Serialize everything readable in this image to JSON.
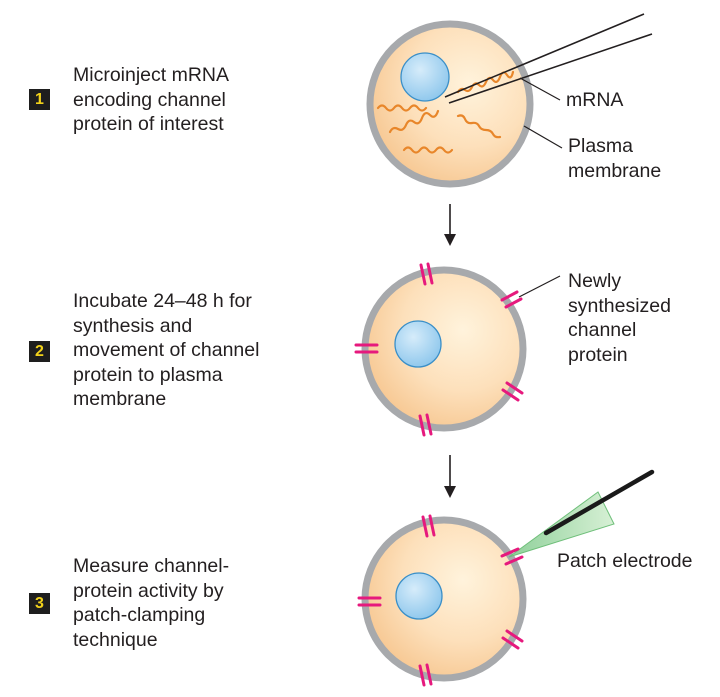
{
  "steps": [
    {
      "number": "1",
      "lines": [
        "Microinject mRNA",
        "encoding channel",
        "protein of interest"
      ]
    },
    {
      "number": "2",
      "lines": [
        "Incubate 24–48 h for",
        "synthesis and",
        "movement of channel",
        "protein to plasma",
        "membrane"
      ]
    },
    {
      "number": "3",
      "lines": [
        "Measure channel-",
        "protein activity by",
        "patch-clamping",
        "technique"
      ]
    }
  ],
  "labels": {
    "mrna": "mRNA",
    "plasma_membrane": [
      "Plasma",
      "membrane"
    ],
    "new_channel": [
      "Newly",
      "synthesized",
      "channel",
      "protein"
    ],
    "patch_electrode": "Patch electrode"
  },
  "colors": {
    "cytoplasm": "#fbd9b0",
    "membrane": "#a7a9ac",
    "nucleus": "#a8d4f0",
    "nucleus_outline": "#3a8fc8",
    "mrna": "#e8862a",
    "channel": "#e6197d",
    "pipette": "#b5dfb6",
    "badge_bg": "#1e1e1e",
    "badge_fg": "#f2d21b"
  }
}
